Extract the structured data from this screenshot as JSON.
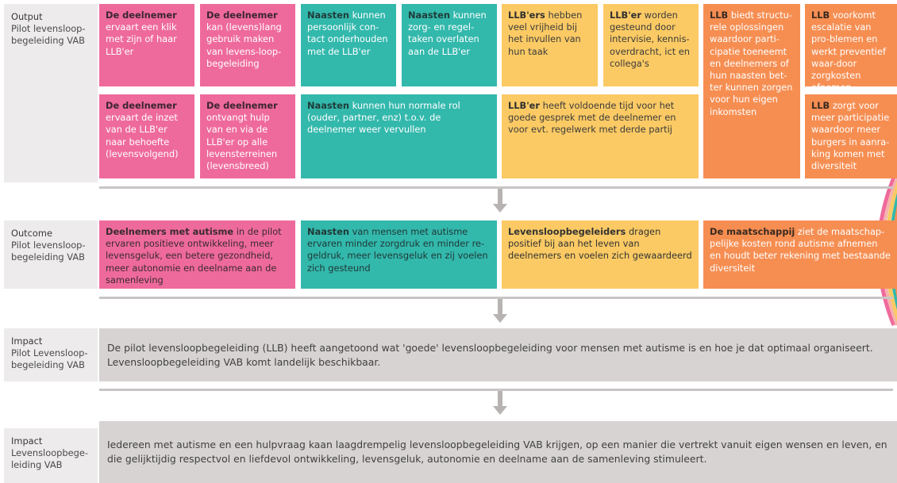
{
  "labels": {
    "output": {
      "title": "Output",
      "sub": "Pilot levensloop-\nbegeleiding VAB"
    },
    "outcome": {
      "title": "Outcome",
      "sub": "Pilot levensloop-\nbegeleiding VAB"
    },
    "impact1": {
      "title": "Impact",
      "sub": "Pilot Levensloop-\nbegeleiding VAB"
    },
    "impact2": {
      "title": "Impact",
      "sub": "Levensloopbege-\nleiding VAB"
    }
  },
  "output_boxes": [
    {
      "id": "o1",
      "color": "pink",
      "bold": "De deelnemer",
      "text": "ervaart een klik met zijn of haar LLB'er"
    },
    {
      "id": "o2",
      "color": "pink",
      "bold": "De deelnemer",
      "text": "kan (levens)lang gebruik maken van levens-loop-begeleiding"
    },
    {
      "id": "o3",
      "color": "teal",
      "bold": "Naasten",
      "text": "kunnen persoonlijk con-tact onderhouden met de LLB'er"
    },
    {
      "id": "o4",
      "color": "teal",
      "bold": "Naasten",
      "text": "kunnen zorg- en regel-taken overlaten aan de LLB'er"
    },
    {
      "id": "o5",
      "color": "yellow",
      "bold": "LLB'ers",
      "text": "hebben veel vrijheid bij het invullen van hun taak"
    },
    {
      "id": "o6",
      "color": "yellow",
      "bold": "LLB'er",
      "text": "worden gesteund door intervisie, kennis-overdracht, ict en collega's"
    },
    {
      "id": "o7",
      "color": "orange",
      "bold": "LLB",
      "text": "biedt structu-rele oplossingen waardoor parti-cipatie toeneemt en deelnemers of hun naasten bet-ter kunnen zorgen voor hun eigen inkomsten"
    },
    {
      "id": "o8",
      "color": "orange",
      "bold": "LLB",
      "text": "voorkomt escalatie van pro-blemen en werkt preventief waar-door zorgkosten afnemen"
    },
    {
      "id": "o9",
      "color": "pink",
      "bold": "De deelnemer",
      "text": "ervaart de inzet van de LLB'er naar behoefte (levensvolgend)"
    },
    {
      "id": "o10",
      "color": "pink",
      "bold": "De deelnemer",
      "text": "ontvangt hulp van en via de LLB'er op alle levensterreinen (levensbreed)"
    },
    {
      "id": "o11",
      "color": "teal",
      "bold": "Naasten",
      "text": "kunnen hun normale rol (ouder, partner, enz) t.o.v. de deelnemer weer vervullen"
    },
    {
      "id": "o12",
      "color": "yellow",
      "bold": "LLB'er",
      "text": "heeft voldoende tijd voor het goede gesprek met de deelnemer en voor evt. regelwerk met derde partij"
    },
    {
      "id": "o13",
      "color": "orange",
      "bold": "LLB",
      "text": "zorgt voor meer participatie waardoor meer burgers in aanra-king komen met diversiteit"
    }
  ],
  "outcome_boxes": [
    {
      "id": "c1",
      "color": "pink",
      "bold": "Deelnemers met autisme",
      "text": "in de pilot ervaren positieve ontwikkeling, meer levensgeluk, een betere gezondheid, meer autonomie en deelname aan de samenleving"
    },
    {
      "id": "c2",
      "color": "teal",
      "bold": "Naasten",
      "text": "van mensen met autisme ervaren minder zorgdruk en minder re-geldruk, meer levensgeluk en zij voelen zich gesteund"
    },
    {
      "id": "c3",
      "color": "yellow",
      "bold": "Levensloopbegeleiders",
      "text": "dragen positief bij aan het leven van deelnemers en voelen zich gewaardeerd"
    },
    {
      "id": "c4",
      "color": "orange",
      "bold": "De maatschappij",
      "text": "ziet de maatschap-pelijke kosten rond autisme afnemen en houdt beter rekening met bestaande diversiteit"
    }
  ],
  "impact1_text": "De pilot levensloopbegeleiding (LLB) heeft aangetoond wat 'goede' levensloopbegeleiding voor mensen met autisme is en hoe je dat optimaal organiseert. Levensloopbegeleiding VAB komt landelijk beschikbaar.",
  "impact2_text": "Iedereen met autisme en een hulpvraag kaan laagdrempelig levensloopbegeleiding VAB krijgen, op een manier die vertrekt vanuit eigen wensen en leven, en die gelijktijdig respectvol en liefdevol ontwikkeling, levensgeluk, autonomie en deelname aan de samenleving stimuleert.",
  "colors": {
    "pink": "#ef6a9c",
    "teal": "#33b8ac",
    "yellow": "#fbca64",
    "orange": "#f68e52",
    "grey": "#d8d3d3",
    "label_bg": "#edebeb"
  }
}
